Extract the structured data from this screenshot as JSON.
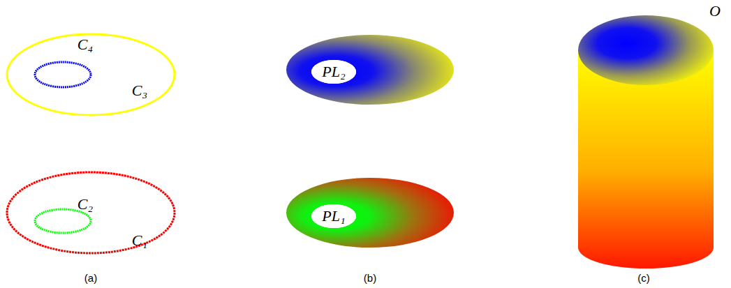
{
  "diagram": {
    "labels": [
      "C₄",
      "C₃",
      "C₂",
      "C₁",
      "PL₂",
      "PL₁",
      "O",
      "(a)",
      "(b)",
      "(c)"
    ]
  }
}
